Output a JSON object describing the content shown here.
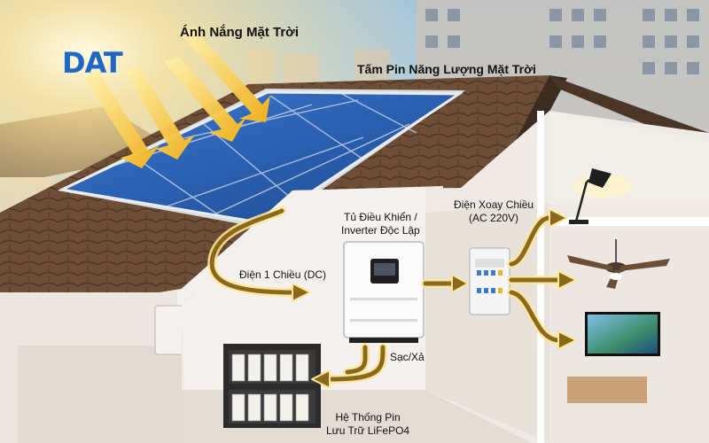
{
  "brand": {
    "logo_text": "DAT",
    "color": "#1f66c9"
  },
  "labels": {
    "sunlight": "Ánh Nắng Mặt Trời",
    "solar_panel": "Tấm Pin Năng Lượng Mặt Trời",
    "dc_power": "Điện 1 Chiều (DC)",
    "inverter_line1": "Tủ Điều Khiển /",
    "inverter_line2": "Inverter Độc Lập",
    "ac_line1": "Điện Xoay Chiều",
    "ac_line2": "(AC 220V)",
    "charge": "Sạc/Xả",
    "battery_line1": "Hệ Thống Pin",
    "battery_line2": "Lưu Trữ LiFePO4"
  },
  "colors": {
    "flow_arrow": "#8a6a1a",
    "flow_glow": "#ffe79a",
    "sun_ray": "#f3b21a",
    "roof": "#6e4e36",
    "wall": "#f2efec",
    "panel": "#2a5fb0"
  },
  "icons": {
    "sun": "sun-icon",
    "lamp": "lamp-icon",
    "fan": "ceiling-fan-icon",
    "tv": "television-icon",
    "inverter": "inverter-icon",
    "ac_panel": "distribution-panel-icon",
    "battery": "battery-rack-icon"
  }
}
